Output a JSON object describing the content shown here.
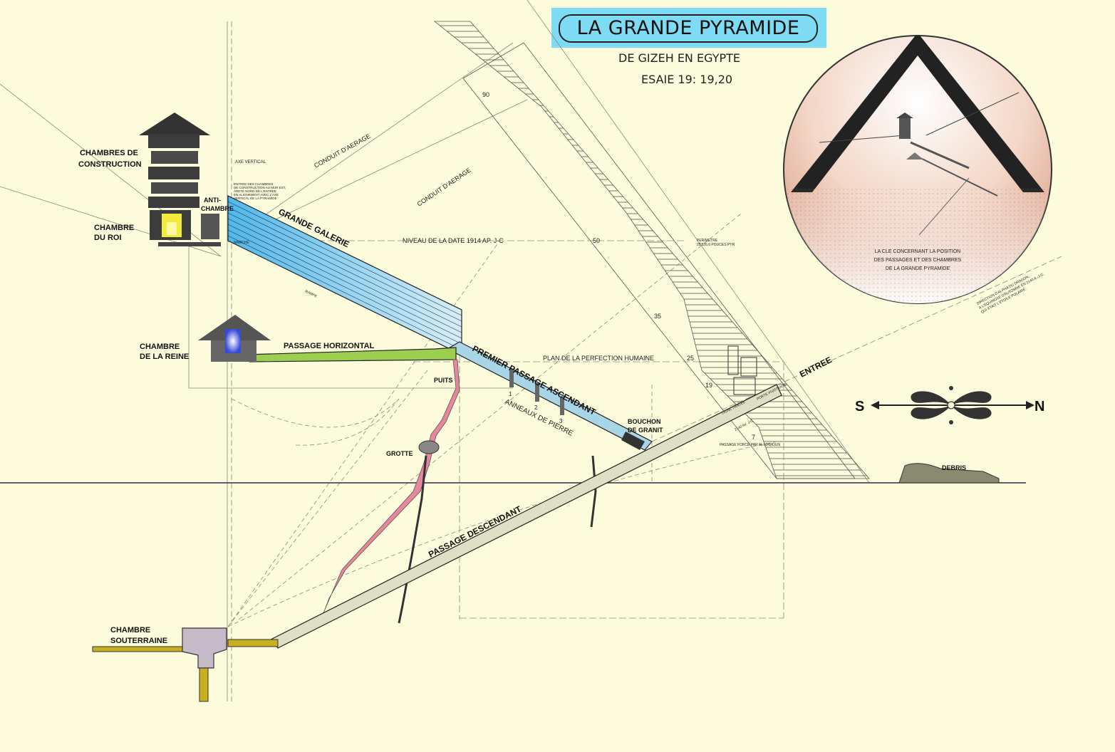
{
  "title": "LA GRANDE PYRAMIDE",
  "subtitle_1": "DE GIZEH EN EGYPTE",
  "subtitle_2": "ESAIE 19: 19,20",
  "labels": {
    "chambres_construction_1": "CHAMBRES DE",
    "chambres_construction_2": "CONSTRUCTION",
    "chambre_roi_1": "CHAMBRE",
    "chambre_roi_2": "DU ROI",
    "anti_chambre_1": "ANTI-",
    "anti_chambre_2": "CHAMBRE",
    "chambre_reine_1": "CHAMBRE",
    "chambre_reine_2": "DE LA REINE",
    "passage_horizontal": "PASSAGE HORIZONTAL",
    "grande_galerie": "GRANDE GALERIE",
    "premier_passage": "PREMIER PASSAGE ASCENDANT",
    "passage_descendant": "PASSAGE DESCENDANT",
    "entree": "ENTREE",
    "puits": "PUITS",
    "grotte": "GROTTE",
    "bouchon_1": "BOUCHON",
    "bouchon_2": "DE GRANIT",
    "anneaux": "ANNEAUX DE PIERRE",
    "chambre_sout_1": "CHAMBRE",
    "chambre_sout_2": "SOUTERRAINE",
    "debris": "DEBRIS",
    "conduit_1": "CONDUIT D'AERAGE",
    "conduit_2": "CONDUIT D'AERAGE",
    "axe_vertical": "AXE VERTICAL",
    "niveau_date": "NIVEAU DE LA DATE 1914 AP. J-C",
    "plan_perfection": "PLAN DE LA PERFECTION HUMAINE",
    "marche": "MARCHE",
    "rampe": "RAMPE",
    "perimetre_1": "PERIMETRE",
    "perimetre_2": "25'826,6 POUCES PYR",
    "porte_pivotante": "PORTE PIVOTANTE",
    "ligne_tracee": "LIGNE TRACEE",
    "passage_force": "PASSAGE FORCE PAR AL MAMOUN",
    "entree_chambres_1": "ENTREE DES CHAMBRES",
    "entree_chambres_2": "DE CONSTRUCTION AU MUR EST,",
    "entree_chambres_3": "ARETE NORD DE L'ENTREE",
    "entree_chambres_4": "EN ALIGNEMENT AVEC L'AXE",
    "entree_chambres_5": "VERTICAL DE LA PYRAMIDE",
    "direction_1": "DIRECTION D'ALPHA DU DRAGON,",
    "direction_2": "A L'EQUINOXE D'AUTOMNE EN 2140 A.-J-C,",
    "direction_3": "QUI ETAIT L'ETOILE POLAIRE.",
    "date_2140": "2140 AV. J-C",
    "course_90": "90",
    "course_50": "50",
    "course_35": "35",
    "course_25": "25",
    "course_19": "19",
    "course_7": "7",
    "ring_1": "1",
    "ring_2": "2",
    "ring_3": "3",
    "south": "S",
    "north": "N"
  },
  "inset": {
    "caption_1": "LA CLE CONCERNANT LA POSITION",
    "caption_2": "DES PASSAGES ET DES CHAMBRES",
    "caption_3": "DE LA GRANDE PYRAMIDE"
  },
  "colors": {
    "background": "#fcfcdc",
    "title_band": "#7ddcf4",
    "gallery": "#7cd2f2",
    "ascending_passage": "#a8d6e6",
    "horizontal_passage": "#9ccf50",
    "well_shaft": "#e8879c",
    "descending_passage": "#dde0c4",
    "subterranean_shaft": "#c8b020",
    "masonry": "#3c3c3c",
    "ground_line": "#3a2a4a"
  },
  "icons": [
    "compass-rose-icon"
  ]
}
